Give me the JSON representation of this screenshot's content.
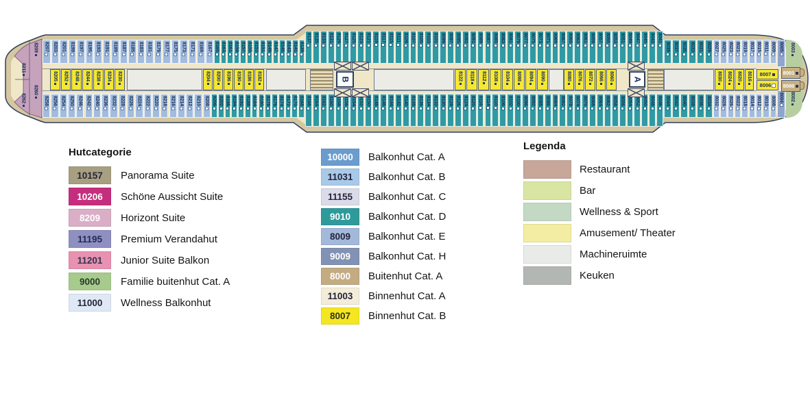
{
  "deck_plan": {
    "stairwells": {
      "forward": "B",
      "aft": "A"
    },
    "colors": {
      "teal": "#2f9aa3",
      "lightblue": "#a2bcdf",
      "periwinkle": "#8fa5d0",
      "yellow": "#f5e733",
      "pink": "#c7a2bc",
      "green": "#b7cfa0",
      "tan_cabin": "#c8b083",
      "machine_gray": "#ecece7",
      "hull": "#d4c7a1",
      "interior": "#f0e7c8",
      "outline": "#2e3f5c",
      "number_text": "#172d56"
    },
    "groups": {
      "t1": {
        "color": "lightblue",
        "cabins": [
          "8207",
          "8203",
          "8201",
          "8199",
          "8197",
          "8195",
          "8193",
          "8191",
          "8189",
          "8187",
          "8185",
          "8183",
          "8181",
          "8179",
          "8177",
          "8175",
          "8173",
          "8171",
          "8169",
          "8167"
        ]
      },
      "t2": {
        "color": "teal",
        "cabins": [
          "8165",
          "8163",
          "8161",
          "8159",
          "8157",
          "8155",
          "8153",
          "8151",
          "8149",
          "8147",
          "8145",
          "8143",
          "8141",
          "8139"
        ]
      },
      "t3": {
        "color": "teal",
        "cabins": [
          "8137",
          "8135",
          "8133",
          "8131",
          "8129",
          "8127",
          "8125",
          "8123",
          "8121",
          "8119",
          "8117",
          "8115",
          "8111",
          "8109",
          "8107",
          "8105",
          "8103",
          "8101",
          "8099",
          "8097",
          "8095",
          "8093",
          "8091",
          "8089",
          "8087",
          "8085",
          "8083",
          "8081",
          "8079",
          "8077",
          "8075",
          "8073",
          "8071",
          "8069",
          "8067",
          "8065",
          "8063",
          "8061",
          "8059",
          "8057",
          "8055",
          "8053",
          "8051",
          "8049",
          "8047",
          "8045",
          "8043",
          "8041"
        ]
      },
      "t4": {
        "color": "teal",
        "cabins": [
          "8039",
          "8037",
          "8035",
          "8033",
          "8031",
          "8029"
        ]
      },
      "t5": {
        "color": "lightblue",
        "cabins": [
          "8027",
          "8025",
          "8023",
          "8021",
          "8019",
          "8017",
          "8015",
          "8011",
          "8009"
        ]
      },
      "t6": {
        "color": "periwinkle",
        "cabins": [
          "8005"
        ]
      },
      "b1": {
        "color": "lightblue",
        "cabins": [
          "8258",
          "8256",
          "8254",
          "8250",
          "8246",
          "8242",
          "8240",
          "8236",
          "8232",
          "8228",
          "8226",
          "8224",
          "8222",
          "8220",
          "8218",
          "8216",
          "8214",
          "8212",
          "8210",
          "8208"
        ]
      },
      "b2": {
        "color": "teal",
        "cabins": [
          "8206",
          "8202",
          "8198",
          "8194",
          "8192",
          "8188",
          "8184",
          "8180",
          "8178",
          "8176",
          "8174",
          "8172",
          "8170",
          "8168"
        ]
      },
      "b3": {
        "color": "teal",
        "cabins": [
          "8166",
          "8164",
          "8162",
          "8160",
          "8158",
          "8156",
          "8154",
          "8152",
          "8150",
          "8148",
          "8146",
          "8144",
          "8142",
          "8140",
          "8138",
          "8136",
          "8134",
          "8132",
          "8130",
          "8128",
          "8126",
          "8124",
          "8120",
          "8116",
          "8114",
          "8110",
          "8106",
          "8102",
          "8100",
          "8096",
          "8092",
          "8088",
          "8086",
          "8084",
          "8082",
          "8078",
          "8074",
          "8070",
          "8068",
          "8064",
          "8062",
          "8058",
          "8056",
          "8054",
          "8052",
          "8050",
          "8048",
          "8046"
        ]
      },
      "b4": {
        "color": "teal",
        "cabins": [
          "8044",
          "8042",
          "8040",
          "8038",
          "8036",
          "8034"
        ]
      },
      "b5": {
        "color": "lightblue",
        "cabins": [
          "8032",
          "8028",
          "8026",
          "8022",
          "8018",
          "8014",
          "8012",
          "8010",
          "8008"
        ]
      },
      "b6": {
        "color": "periwinkle",
        "cabins": [
          "8004"
        ]
      },
      "m1": {
        "color": "yellow",
        "cabins": [
          "8205",
          "8252",
          "8248",
          "8244",
          "8238",
          "8234",
          "8230"
        ]
      },
      "m2": {
        "color": "yellow",
        "cabins": [
          "8204",
          "8200",
          "8196",
          "8190",
          "8186",
          "8182"
        ]
      },
      "m3": {
        "color": "yellow",
        "cabins": [
          "8122",
          "8118",
          "8112",
          "8108",
          "8104",
          "8098",
          "8094",
          "8090"
        ]
      },
      "m5": {
        "color": "yellow",
        "cabins": [
          "8080",
          "8076",
          "8072",
          "8066",
          "8060"
        ]
      },
      "m6": {
        "color": "yellow",
        "cabins": [
          "8030",
          "8024",
          "8020",
          "8016"
        ]
      }
    },
    "bow_cabins": [
      {
        "number": "8209"
      },
      {
        "number": "8211"
      },
      {
        "number": "8262"
      },
      {
        "number": "8260"
      }
    ],
    "stern_area": {
      "balcony_top": "8005",
      "balcony_bottom": "8004",
      "green_top": "8003",
      "green_bottom": "8002",
      "inner_top": "8007",
      "inner_bottom": "8006",
      "outside_top": "8001",
      "outside_bottom": "8000"
    }
  },
  "legends": {
    "hutcategorie": {
      "title": "Hutcategorie",
      "items": [
        {
          "code": "10157",
          "label": "Panorama Suite",
          "bg": "#a79f80",
          "fg": "#23233a"
        },
        {
          "code": "10206",
          "label": "Schöne Aussicht Suite",
          "bg": "#c52e7d",
          "fg": "#ffffff"
        },
        {
          "code": "8209",
          "label": "Horizont Suite",
          "bg": "#d9aec6",
          "fg": "#ffffff"
        },
        {
          "code": "11195",
          "label": "Premium Verandahut",
          "bg": "#8f8fc1",
          "fg": "#1f2a55"
        },
        {
          "code": "11201",
          "label": "Junior Suite Balkon",
          "bg": "#e891b0",
          "fg": "#343450"
        },
        {
          "code": "9000",
          "label": "Familie buitenhut Cat. A",
          "bg": "#a6cb8c",
          "fg": "#2b3a2b"
        },
        {
          "code": "11000",
          "label": "Wellness Balkonhut",
          "bg": "#dfe9f5",
          "fg": "#23233a"
        }
      ]
    },
    "categories": {
      "items": [
        {
          "code": "10000",
          "label": "Balkonhut Cat. A",
          "bg": "#6b9cce",
          "fg": "#ffffff"
        },
        {
          "code": "11031",
          "label": "Balkonhut Cat. B",
          "bg": "#a9c9e8",
          "fg": "#23233a"
        },
        {
          "code": "11155",
          "label": "Balkonhut Cat. C",
          "bg": "#dadbe9",
          "fg": "#23233a"
        },
        {
          "code": "9010",
          "label": "Balkonhut Cat. D",
          "bg": "#2f9a9b",
          "fg": "#ffffff"
        },
        {
          "code": "8009",
          "label": "Balkonhut Cat. E",
          "bg": "#a3b9da",
          "fg": "#23233a"
        },
        {
          "code": "9009",
          "label": "Balkonhut Cat. H",
          "bg": "#8292b4",
          "fg": "#ffffff"
        },
        {
          "code": "8000",
          "label": "Buitenhut Cat. A",
          "bg": "#c3ab82",
          "fg": "#ffffff"
        },
        {
          "code": "11003",
          "label": "Binnenhut Cat. A",
          "bg": "#f2ecd9",
          "fg": "#23233a"
        },
        {
          "code": "8007",
          "label": "Binnenhut Cat. B",
          "bg": "#f4e621",
          "fg": "#33331a"
        }
      ]
    },
    "legenda": {
      "title": "Legenda",
      "items": [
        {
          "label": "Restaurant",
          "bg": "#c8a69a"
        },
        {
          "label": "Bar",
          "bg": "#d9e5a3"
        },
        {
          "label": "Wellness & Sport",
          "bg": "#c3d9c3"
        },
        {
          "label": "Amusement/ Theater",
          "bg": "#f2eda2"
        },
        {
          "label": "Machineruimte",
          "bg": "#e9ebe9"
        },
        {
          "label": "Keuken",
          "bg": "#b3b7b3"
        }
      ]
    }
  }
}
